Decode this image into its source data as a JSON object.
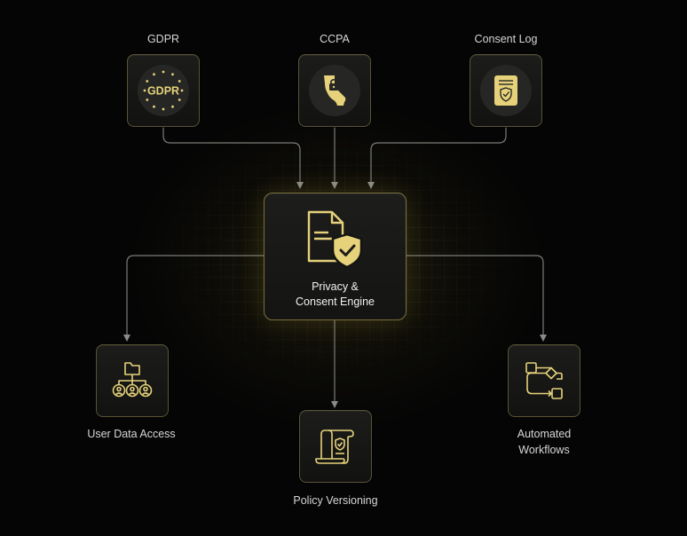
{
  "diagram": {
    "center": {
      "line1": "Privacy  &",
      "line2": "Consent Engine"
    },
    "inputs": {
      "gdpr": {
        "label": "GDPR",
        "badge_text": "GDPR"
      },
      "ccpa": {
        "label": "CCPA"
      },
      "consent_log": {
        "label": "Consent Log"
      }
    },
    "outputs": {
      "user_data_access": {
        "label": "User Data Access"
      },
      "policy_versioning": {
        "label": "Policy Versioning"
      },
      "automated_workflows": {
        "line1": "Automated",
        "line2": "Workflows"
      }
    },
    "colors": {
      "accent": "#e6d27a",
      "background": "#050505",
      "node_fill": "#181817",
      "node_border": "#5a5535",
      "connector": "#8a8a86"
    }
  }
}
